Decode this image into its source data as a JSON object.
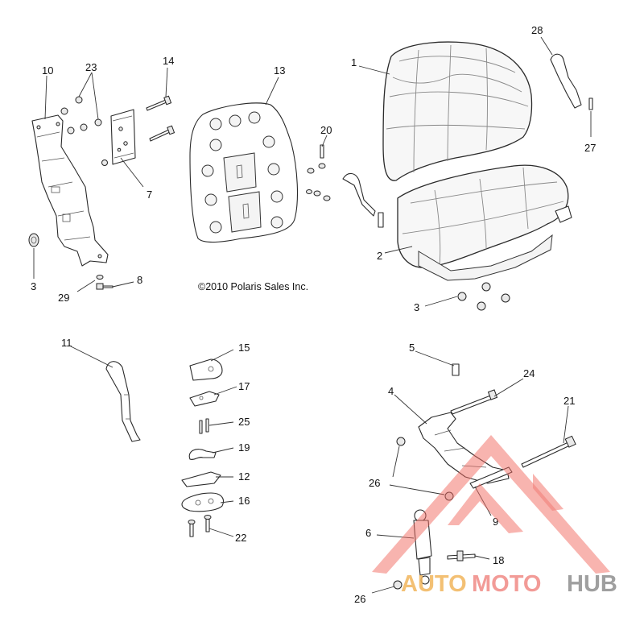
{
  "copyright": "©2010 Polaris Sales Inc.",
  "callouts": {
    "c1": "1",
    "c2": "2",
    "c3a": "3",
    "c3b": "3",
    "c4": "4",
    "c5": "5",
    "c6": "6",
    "c7": "7",
    "c8": "8",
    "c9": "9",
    "c10": "10",
    "c11": "11",
    "c12": "12",
    "c13": "13",
    "c14": "14",
    "c15": "15",
    "c16": "16",
    "c17": "17",
    "c18": "18",
    "c19": "19",
    "c20": "20",
    "c21": "21",
    "c22": "22",
    "c23": "23",
    "c24": "24",
    "c25": "25",
    "c26a": "26",
    "c26b": "26",
    "c27": "27",
    "c28": "28",
    "c29": "29"
  },
  "watermark": {
    "logo_text": "AUTOMOTOHUB",
    "colors": {
      "triangle": "#f06a63",
      "auto": "#f2b65c",
      "moto": "#f08a85",
      "hub": "#8f8f8f"
    }
  }
}
